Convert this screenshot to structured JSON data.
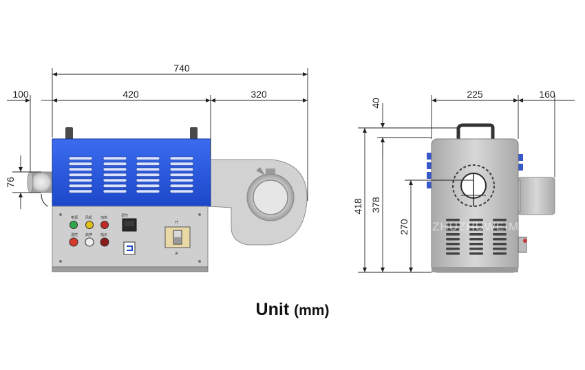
{
  "dimensions": {
    "overall_width": "740",
    "left_offset": "100",
    "body_width": "420",
    "blower_width": "320",
    "inlet_height": "76",
    "top_offset": "40",
    "side_width": "225",
    "motor_width": "160",
    "total_height": "418",
    "body_height": "378",
    "center_height": "270"
  },
  "unit": {
    "label": "Unit",
    "paren": "(mm)"
  },
  "watermark": "ZHUZHUWEIMEIZHUZHEI",
  "panel_labels": [
    "电源",
    "风机",
    "加热",
    "温控",
    "启停",
    "指示",
    "开",
    "关",
    "调节"
  ],
  "colors": {
    "cover": "#1f4fd6",
    "housing": "#c9c9c9",
    "panel": "#cfcfcf"
  }
}
